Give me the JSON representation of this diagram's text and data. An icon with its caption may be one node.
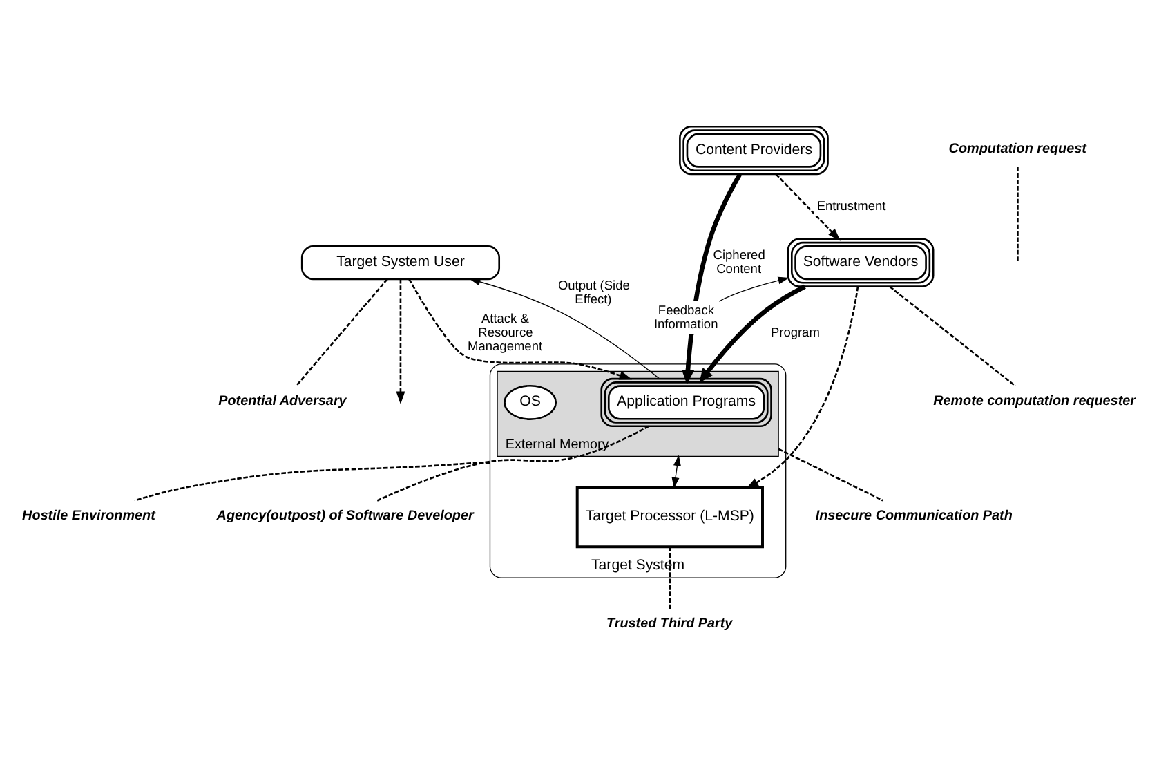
{
  "diagram": {
    "nodes": [
      {
        "text": [
          "Content Providers"
        ]
      },
      {
        "text": [
          "Target System User"
        ]
      },
      {
        "text": [
          "Software Vendors"
        ]
      },
      {
        "text": [
          "Target System"
        ]
      },
      {
        "text": [
          "External Memory"
        ],
        "in": 3
      },
      {
        "text": [
          "Application Programs"
        ],
        "in": 4
      },
      {
        "text": [
          "OS"
        ],
        "in": 4
      },
      {
        "text": [
          "Target Processor (L-MSP)"
        ],
        "in": 3
      },
      {
        "text": [
          "Potential Adversary"
        ]
      },
      {
        "text": [
          "Agency(outpost) of Software Developer"
        ]
      },
      {
        "text": [
          "Insecure Communication Path"
        ]
      },
      {
        "text": [
          "Trusted Third Party"
        ]
      },
      {
        "text": [
          "Hostile Environment"
        ]
      },
      {
        "text": [
          "Remote computation requester"
        ]
      },
      {
        "text": [
          "Computation request"
        ]
      }
    ],
    "edges": [
      {
        "from": 0,
        "to": 2,
        "arrow": "to",
        "style": "dashed",
        "label": "Entrustment"
      },
      {
        "from": 0,
        "to": 5,
        "arrow": "to",
        "style": "thick",
        "label": "Ciphered Content"
      },
      {
        "from": 5,
        "to": 2,
        "arrow": "to",
        "label": "Feedback Information"
      },
      {
        "from": 2,
        "to": 5,
        "arrow": "to",
        "style": "thick",
        "label": "Program"
      },
      {
        "from": 5,
        "to": 1,
        "arrow": "to",
        "label": "Output (Side Effect)"
      },
      {
        "from": 1,
        "to": 5,
        "arrow": "to",
        "style": "dashed",
        "label": "Attack & Resource Management"
      },
      {
        "from": 1,
        "to": null,
        "arrow": "to",
        "style": "dashed"
      },
      {
        "from": 4,
        "to": 7,
        "arrow": "both"
      },
      {
        "from": 2,
        "to": 7,
        "arrow": "to",
        "style": "dashed"
      },
      {
        "from": 1,
        "to": 8,
        "arrow": "none",
        "style": "dashed"
      },
      {
        "from": 5,
        "to": 9,
        "arrow": "none",
        "style": "dashed"
      },
      {
        "from": 4,
        "to": 10,
        "arrow": "none",
        "style": "dashed"
      },
      {
        "from": 7,
        "to": 11,
        "arrow": "none",
        "style": "dashed"
      },
      {
        "from": 3,
        "to": 12,
        "arrow": "none",
        "style": "dashed"
      },
      {
        "from": 2,
        "to": 13,
        "arrow": "none",
        "style": "dashed"
      },
      {
        "from": 14,
        "to": null,
        "arrow": "none",
        "style": "dashed"
      }
    ]
  }
}
